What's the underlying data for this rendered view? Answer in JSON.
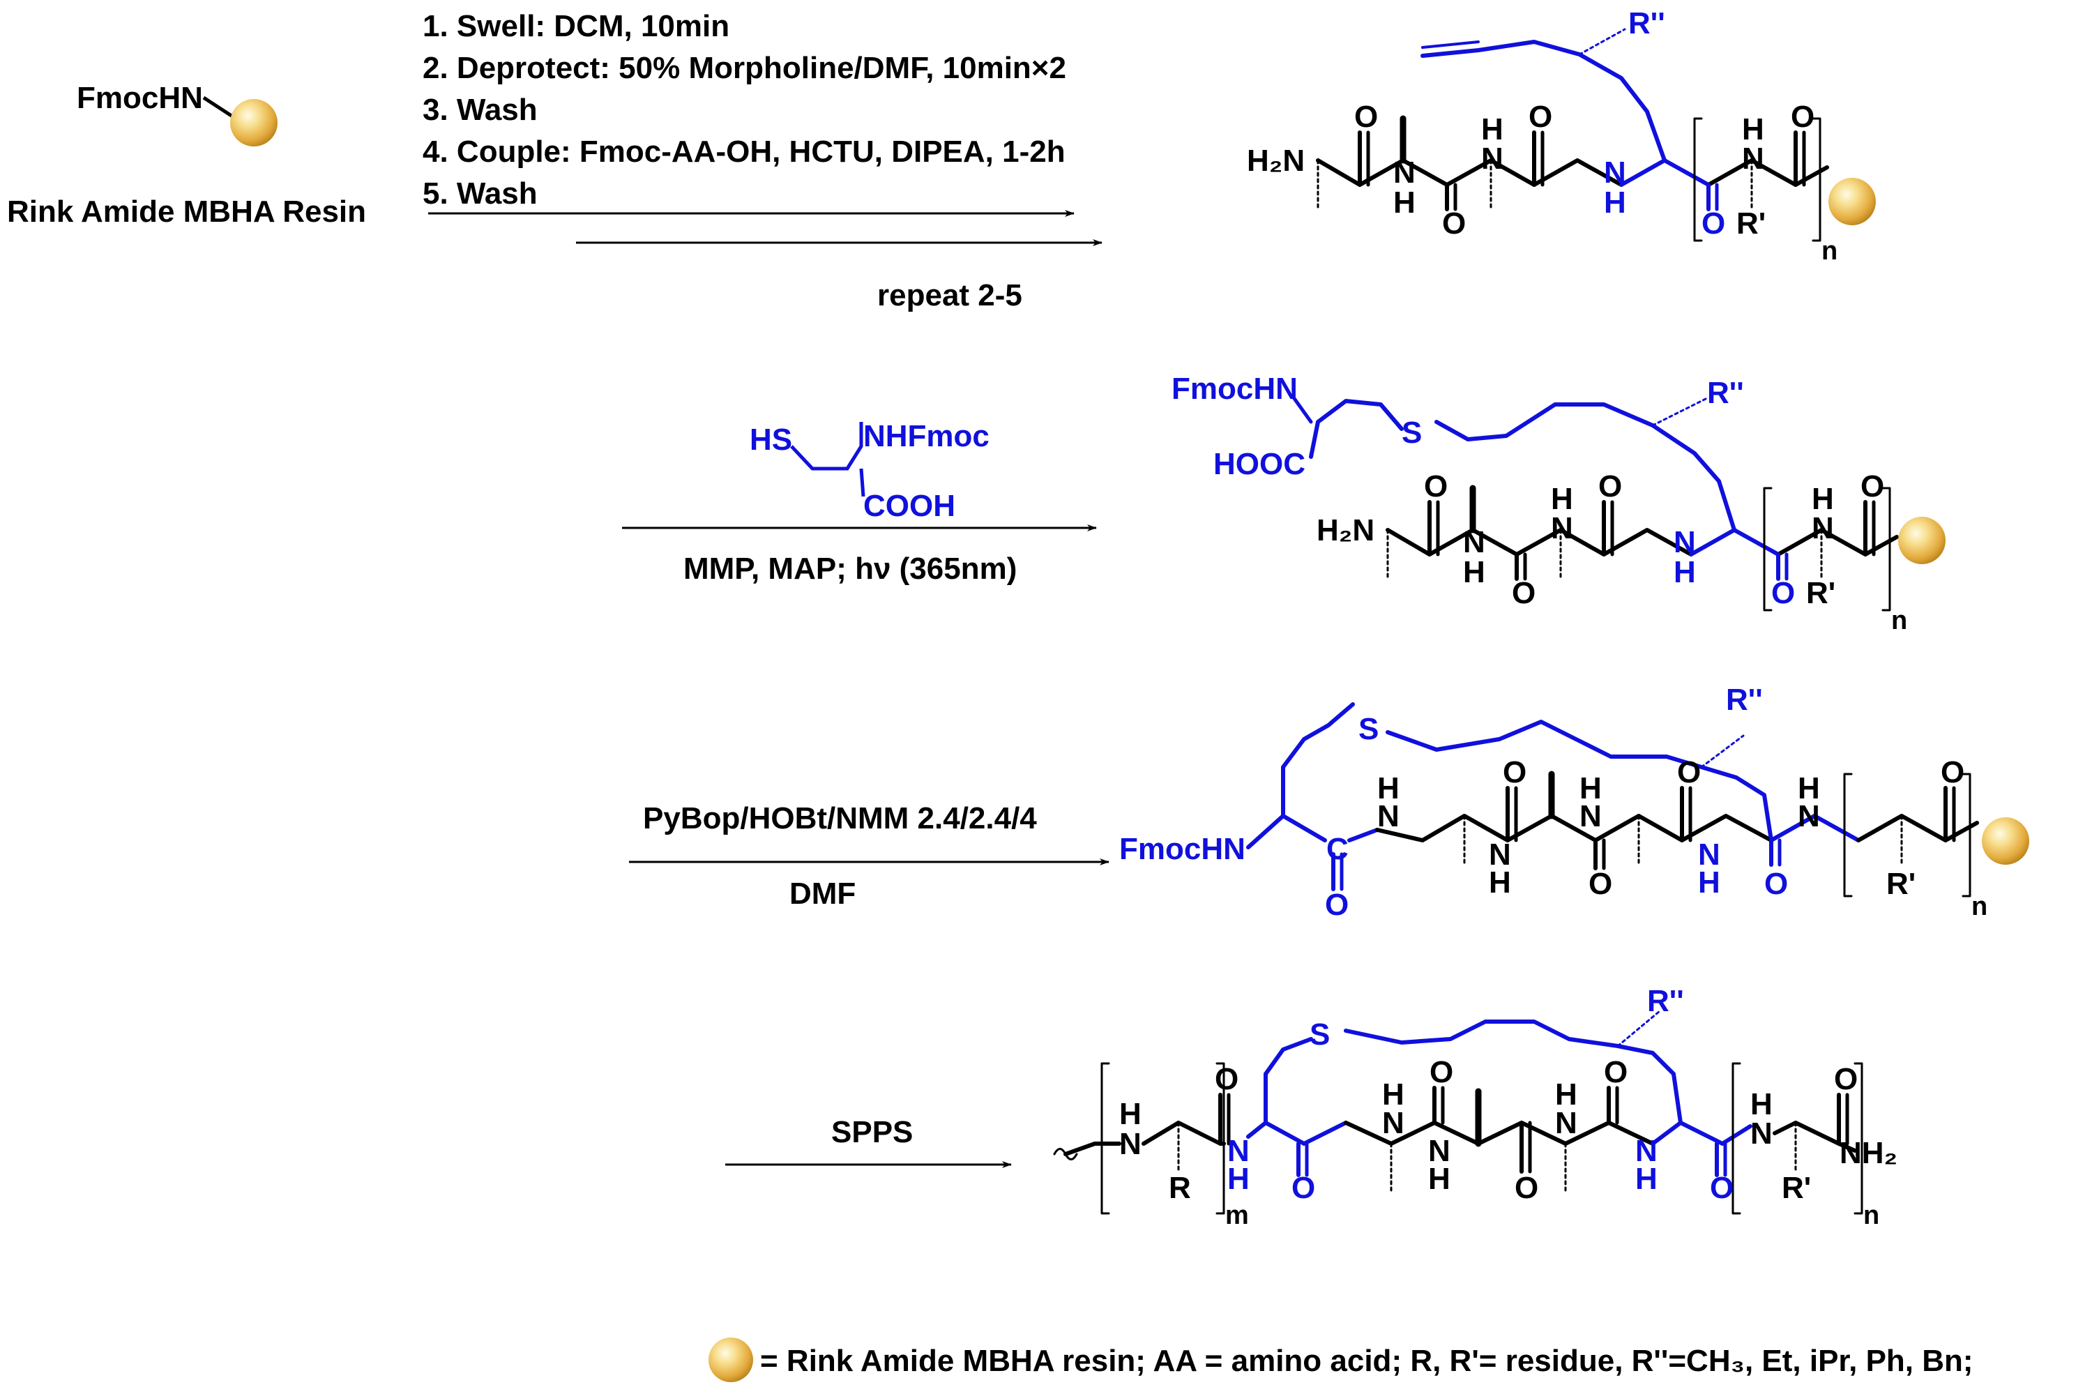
{
  "colors": {
    "black": "#000000",
    "blue": "#1010dd",
    "bead_light": "#fdf2c0",
    "bead_mid": "#e8b850",
    "bead_dark": "#b07a10"
  },
  "resin": {
    "fmochn": "FmocHN",
    "name": "Rink Amide MBHA Resin"
  },
  "step1": {
    "conditions": [
      "1. Swell: DCM, 10min",
      "2. Deprotect: 50% Morpholine/DMF, 10min×2",
      "3. Wash",
      "4. Couple: Fmoc-AA-OH, HCTU, DIPEA, 1-2h",
      "5. Wash"
    ],
    "repeat": "repeat 2-5"
  },
  "step2": {
    "reagent_hs": "HS",
    "reagent_nhfmoc": "NHFmoc",
    "reagent_cooh": "COOH",
    "conditions": "MMP,  MAP; hν (365nm)"
  },
  "step3": {
    "conditions_top": "PyBop/HOBt/NMM 2.4/2.4/4",
    "conditions_bottom": "DMF"
  },
  "step4": {
    "conditions": "SPPS"
  },
  "labels": {
    "h2n": "H₂N",
    "nh2": "NH₂",
    "o": "O",
    "n": "N",
    "h": "H",
    "s": "S",
    "c": "C",
    "r": "R",
    "r_prime": "R'",
    "r_dprime": "R''",
    "fmochn": "FmocHN",
    "hooc": "HOOC",
    "sub_n": "n",
    "sub_m": "m"
  },
  "legend": "= Rink Amide MBHA resin; AA = amino acid; R, R'= residue, R''=CH₃, Et, iPr, Ph, Bn;"
}
